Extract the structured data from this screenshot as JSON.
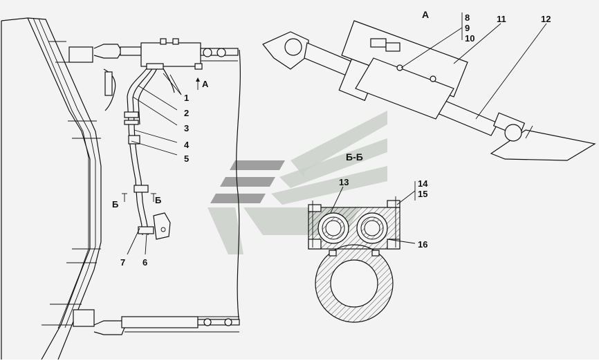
{
  "view_labels": {
    "view_a": "А",
    "view_a_arrow": "А",
    "section_title": "Б-Б",
    "section_mark_left": "Б",
    "section_mark_right": "Б"
  },
  "callouts": [
    "1",
    "2",
    "3",
    "4",
    "5",
    "6",
    "7",
    "8",
    "9",
    "10",
    "11",
    "12",
    "13",
    "14",
    "15",
    "16"
  ],
  "colors": {
    "line": "#111111",
    "background": "#f3f3f3",
    "hatch": "#444444",
    "watermark_green": "#c9cfc9",
    "watermark_gray": "#8f8f8f"
  }
}
